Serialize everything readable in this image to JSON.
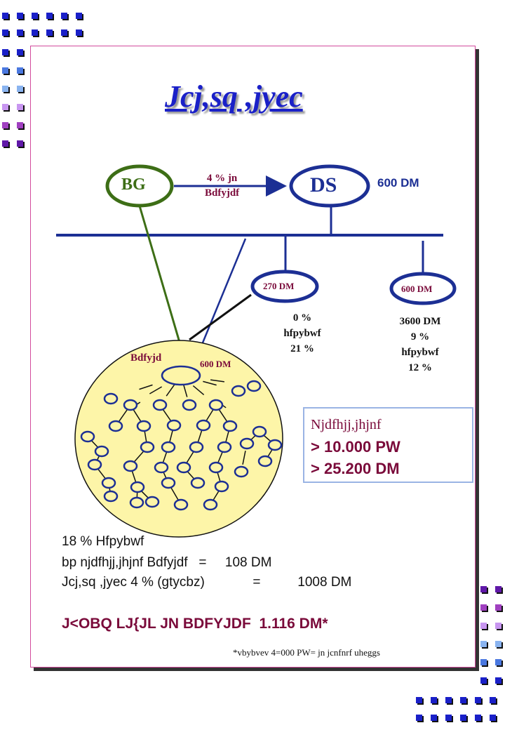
{
  "title": "Jcj,sq ,jyec",
  "nodes": {
    "bg": "BG",
    "ds": "DS",
    "ds_amount": "600 DM",
    "arrow_label_line1": "4 % jn",
    "arrow_label_line2": "Bdfyjdf",
    "left_child": "270 DM",
    "right_child": "600 DM"
  },
  "left_child_info": [
    "0 %",
    "hfpybwf",
    "21 %"
  ],
  "right_child_info": [
    "3600 DM",
    "9 %",
    "hfpybwf",
    "12 %"
  ],
  "network": {
    "hub_label": "Bdfyjd",
    "hub_amount": "600 DM"
  },
  "callout": {
    "line1": "Njdfhjj,jhjnf",
    "line2": "> 10.000 PW",
    "line3": "> 25.200 DM"
  },
  "calc": {
    "line1": "18 % Hfpybwf",
    "line2": "bp njdfhjj,jhjnf Bdfyjdf   =     108 DM",
    "line3": "Jcj,sq ,jyec 4 % (gtycbz)             =          1008 DM"
  },
  "total": "J<OBQ LJ{JL JN BDFYJDF  1.116 DM*",
  "footnote": "*vbybvev 4=000 PW= jn jcnfnrf uheggs",
  "colors": {
    "title": "#1a20c8",
    "navy": "#1c2f94",
    "green": "#3d6e16",
    "maroon": "#7a0a3a",
    "network_fill": "#fdf5a8"
  }
}
